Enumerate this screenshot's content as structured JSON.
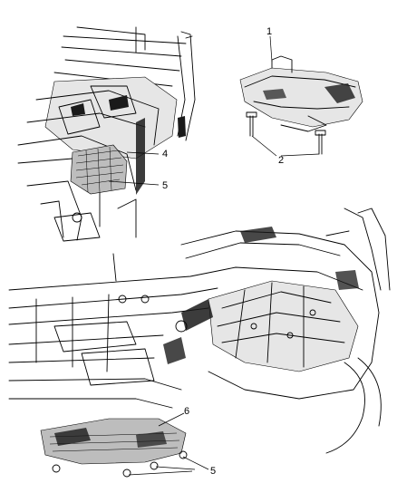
{
  "callouts": {
    "c1": "1",
    "c2": "2",
    "c4": "4",
    "c5_top": "5",
    "c5_bottom": "5",
    "c6": "6"
  }
}
